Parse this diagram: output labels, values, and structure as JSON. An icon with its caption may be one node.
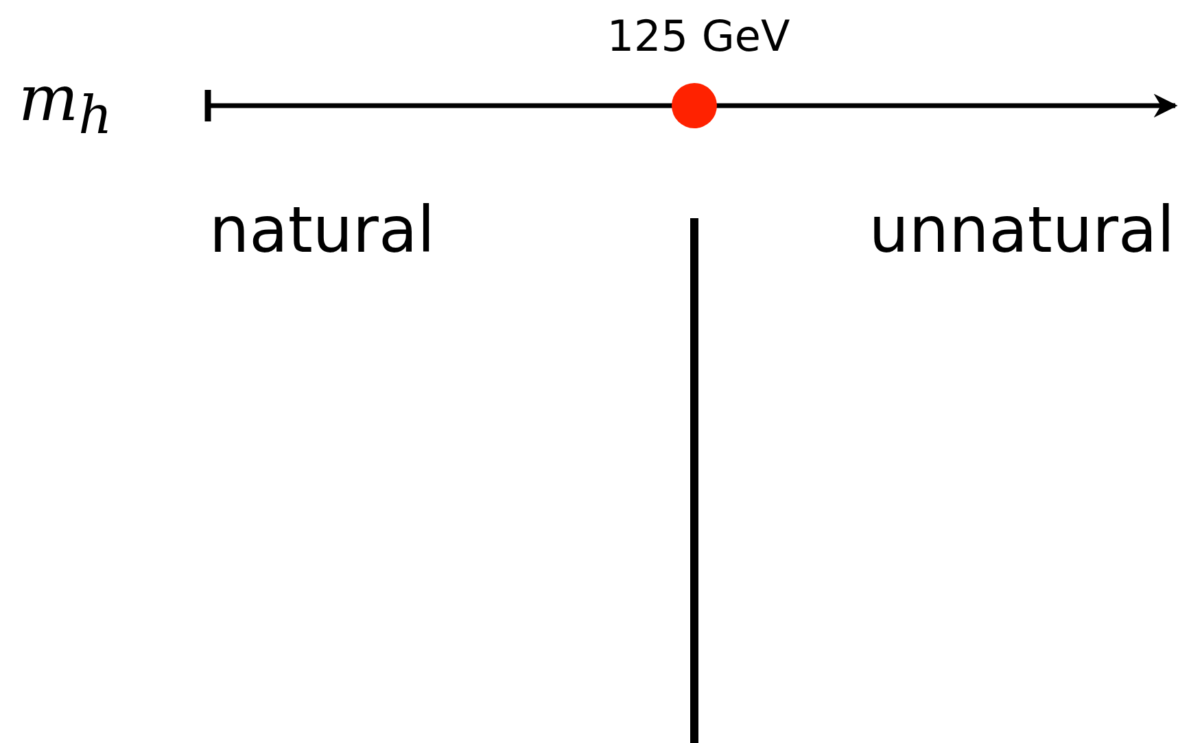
{
  "diagram": {
    "labels": [
      "125 GeV",
      "m$_{h}$",
      "natural",
      "unnatural"
    ]
  }
}
